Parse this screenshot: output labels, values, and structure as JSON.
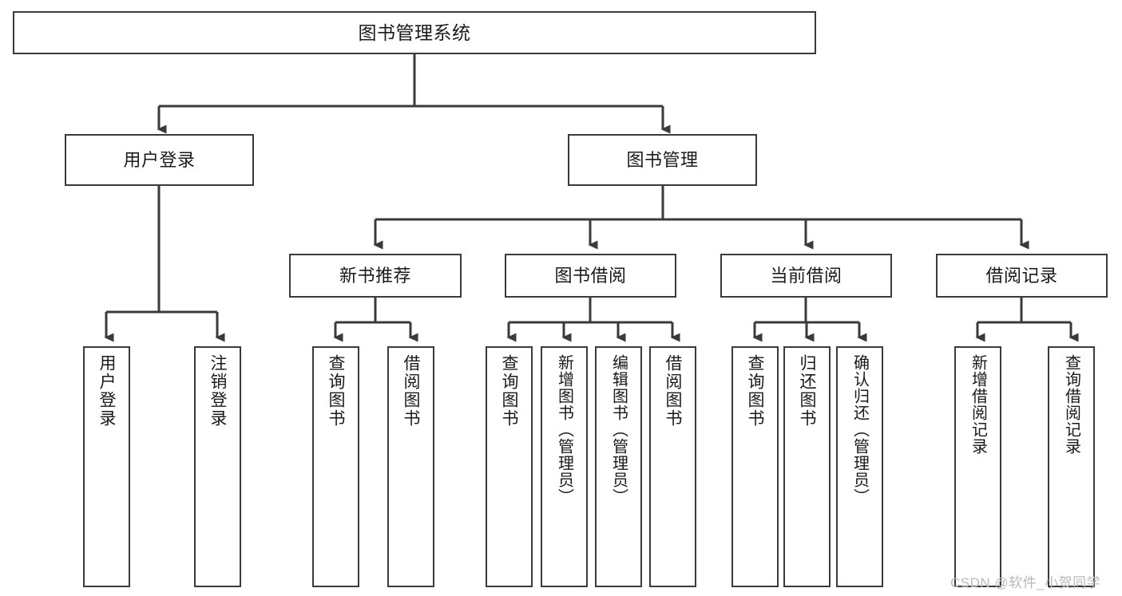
{
  "diagram": {
    "title": "图书管理系统",
    "type": "hierarchy-tree",
    "root": {
      "label": "图书管理系统"
    },
    "level2": [
      {
        "label": "用户登录"
      },
      {
        "label": "图书管理"
      }
    ],
    "level3": [
      {
        "label": "新书推荐"
      },
      {
        "label": "图书借阅"
      },
      {
        "label": "当前借阅"
      },
      {
        "label": "借阅记录"
      }
    ],
    "leaves": {
      "user_login": [
        {
          "label": "用户登录"
        },
        {
          "label": "注销登录"
        }
      ],
      "new_book_recommend": [
        {
          "label": "查询图书"
        },
        {
          "label": "借阅图书"
        }
      ],
      "book_borrow": [
        {
          "label": "查询图书"
        },
        {
          "label": "新增图书（管理员）"
        },
        {
          "label": "编辑图书（管理员）"
        },
        {
          "label": "借阅图书"
        }
      ],
      "current_borrow": [
        {
          "label": "查询图书"
        },
        {
          "label": "归还图书"
        },
        {
          "label": "确认归还（管理员）"
        }
      ],
      "borrow_record": [
        {
          "label": "新增借阅记录"
        },
        {
          "label": "查询借阅记录"
        }
      ]
    }
  },
  "watermark": {
    "text": "CSDN @软件_小贺同学"
  },
  "colors": {
    "stroke": "#3a3a3a",
    "background": "#ffffff",
    "text": "#1a1a1a",
    "watermark": "#b9b9b9"
  }
}
